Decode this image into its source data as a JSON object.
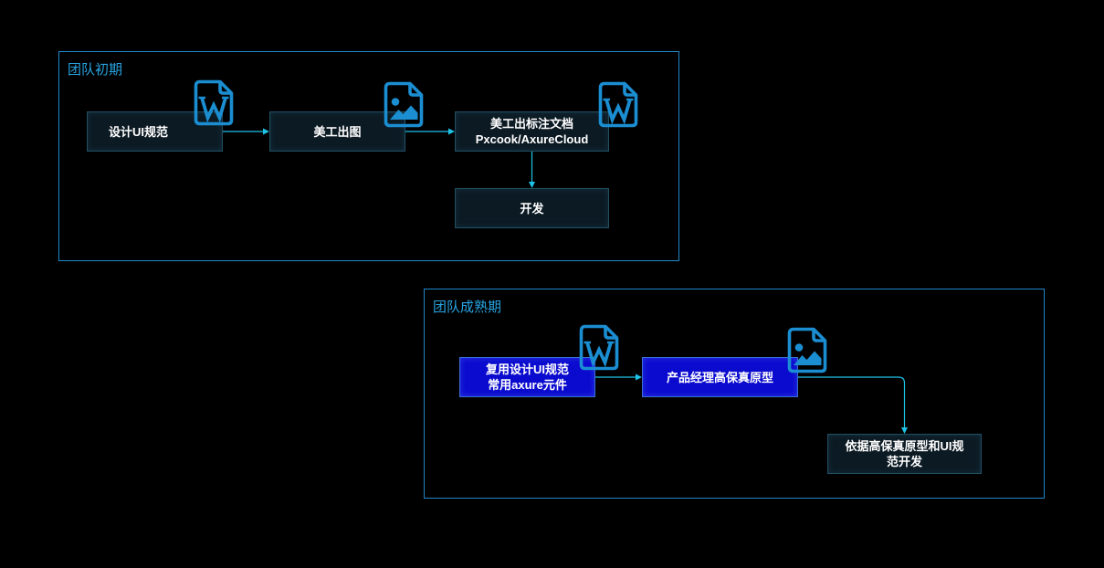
{
  "colors": {
    "background": "#000000",
    "frame_border": "#2088cc",
    "frame_title": "#28a5e3",
    "node_text": "#ffffff",
    "node_fill": "#0c1a23",
    "node_border": "#214f63",
    "highlight_fill": "#0b0bcf",
    "highlight_border": "#3a6fd6",
    "connector": "#1ec4e8",
    "icon": "#1b8ed2"
  },
  "groups": {
    "early": {
      "title": "团队初期",
      "nodes": {
        "ui_spec": {
          "lines": [
            "设计UI规范"
          ],
          "icon": "word-doc-icon"
        },
        "art_output": {
          "lines": [
            "美工出图"
          ],
          "icon": "image-file-icon"
        },
        "annotation_doc": {
          "lines": [
            "美工出标注文档",
            "Pxcook/AxureCloud"
          ],
          "icon": "word-doc-icon"
        },
        "development": {
          "lines": [
            "开发"
          ]
        }
      }
    },
    "mature": {
      "title": "团队成熟期",
      "nodes": {
        "reuse_spec": {
          "lines": [
            "复用设计UI规范",
            "常用axure元件"
          ],
          "icon": "word-doc-icon"
        },
        "pm_prototype": {
          "lines": [
            "产品经理高保真原型"
          ],
          "icon": "image-file-icon"
        },
        "build_from_prototype": {
          "lines": [
            "依据高保真原型和UI规",
            "范开发"
          ]
        }
      }
    }
  }
}
